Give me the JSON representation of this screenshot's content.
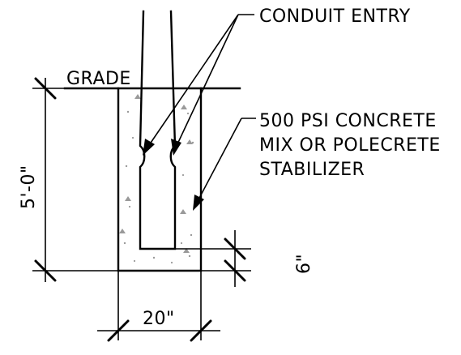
{
  "labels": {
    "conduit_entry": "CONDUIT ENTRY",
    "grade": "GRADE",
    "concrete_line1": "500 PSI CONCRETE",
    "concrete_line2": "MIX OR POLECRETE",
    "concrete_line3": "STABILIZER"
  },
  "dimensions": {
    "depth": "5'-0\"",
    "width": "20\"",
    "bottom_clearance": "6\""
  }
}
